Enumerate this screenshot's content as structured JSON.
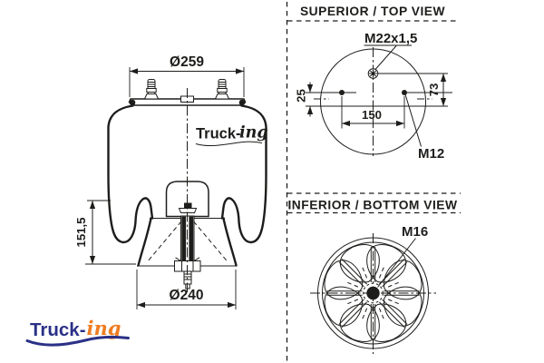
{
  "colors": {
    "line": "#1d1d1b",
    "logo_navy": "#2b3087",
    "logo_orange": "#ee7d23"
  },
  "side_view": {
    "top_diameter": "Ø259",
    "height": "151,5",
    "bottom_diameter": "Ø240",
    "watermark_part1": "Truck-",
    "watermark_part2": "ing"
  },
  "top_view": {
    "title": "SUPERIOR / TOP VIEW",
    "fitting_thread": "M22x1,5",
    "bolt_offset": "25",
    "bolt_spacing": "150",
    "fitting_offset": "73",
    "bolt_thread": "M12"
  },
  "bottom_view": {
    "title": "INFERIOR / BOTTOM VIEW",
    "stud_thread": "M16"
  },
  "logo": {
    "part1": "Truck-",
    "part2": "ing"
  }
}
